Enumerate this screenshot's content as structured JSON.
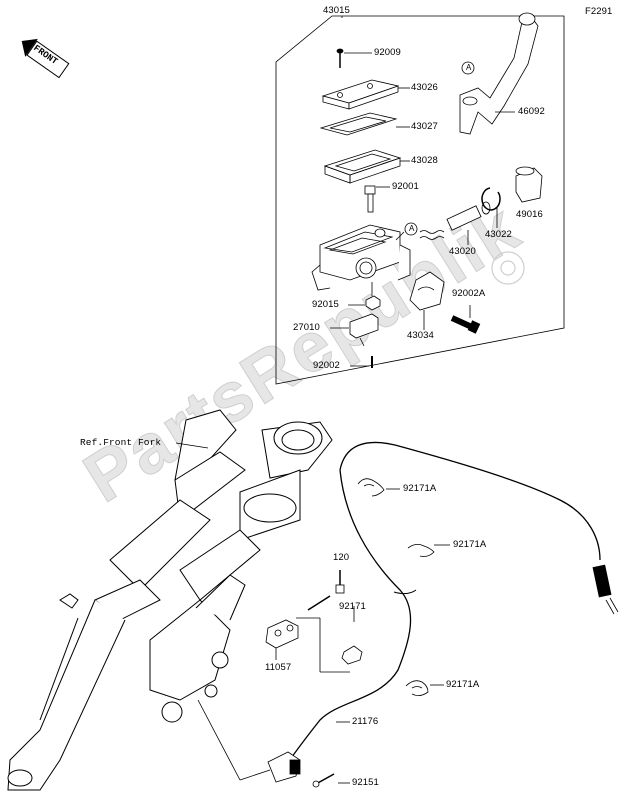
{
  "figure_code": "F2291",
  "front_badge": "FRONT",
  "ref_label": "Ref.Front Fork",
  "callout_marker": "A",
  "part_labels": {
    "p43015": "43015",
    "p92009": "92009",
    "p43026": "43026",
    "p43027": "43027",
    "p43028": "43028",
    "p92001": "92001",
    "p46092": "46092",
    "p49016": "49016",
    "p43022": "43022",
    "p43020": "43020",
    "p92002A": "92002A",
    "p92015": "92015",
    "p43034": "43034",
    "p27010": "27010",
    "p92002": "92002",
    "p92171A_1": "92171A",
    "p92171A_2": "92171A",
    "p92171A_3": "92171A",
    "p120": "120",
    "p92171": "92171",
    "p11057": "11057",
    "p21176": "21176",
    "p92151": "92151"
  },
  "watermark": "PartsRepublik"
}
